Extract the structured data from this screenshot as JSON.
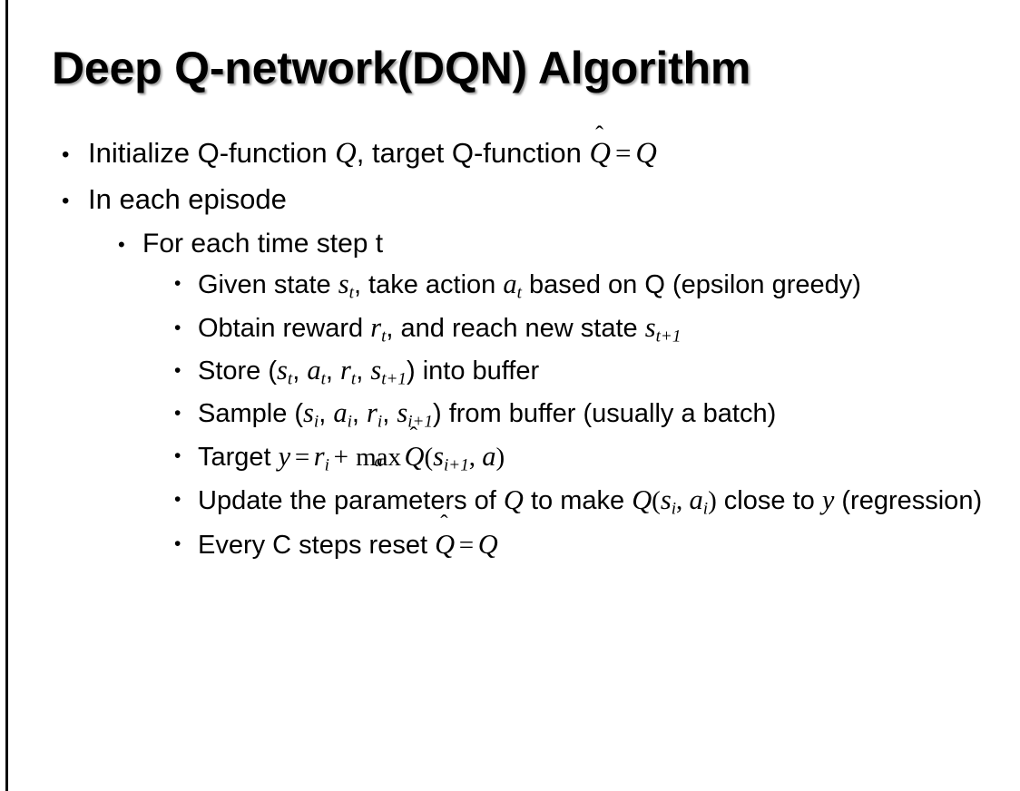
{
  "slide": {
    "background_color": "#ffffff",
    "text_color": "#000000",
    "edge_rule_color": "#0d0d0d",
    "title": "Deep Q-network(DQN) Algorithm",
    "bullet_glyph": "•"
  },
  "content": {
    "b1": {
      "level": 1,
      "plain_text": "Initialize Q-function Q, target Q-function Q̂ = Q",
      "pre": "Initialize Q-function ",
      "var_q1": "Q",
      "mid": ", target Q-function ",
      "qhat_base": "Q",
      "qhat_accent": "ˆ",
      "equals": "=",
      "var_q2": "Q"
    },
    "b2": {
      "level": 1,
      "plain_text": "In each episode",
      "text": "In each episode"
    },
    "b3": {
      "level": 2,
      "plain_text": "For each time step t",
      "text": "For each time step t"
    },
    "b4": {
      "level": 3,
      "plain_text": "Given state s_t, take action a_t based on Q (epsilon greedy)",
      "pre": "Given state ",
      "var_s": "s",
      "sub_s": "t",
      "mid": ", take action ",
      "var_a": "a",
      "sub_a": "t",
      "post": " based on Q (epsilon greedy)"
    },
    "b5": {
      "level": 3,
      "plain_text": "Obtain reward r_t, and reach new state s_{t+1}",
      "pre": "Obtain reward ",
      "var_r": "r",
      "sub_r": "t",
      "mid": ", and reach new state ",
      "var_s": "s",
      "sub_s": "t+1"
    },
    "b6": {
      "level": 3,
      "plain_text": "Store (s_t, a_t, r_t, s_{t+1}) into buffer",
      "pre": "Store (",
      "v1": "s",
      "sub1": "t",
      "sep1": ", ",
      "v2": "a",
      "sub2": "t",
      "sep2": ", ",
      "v3": "r",
      "sub3": "t",
      "sep3": ", ",
      "v4": "s",
      "sub4": "t+1",
      "post": ") into buffer"
    },
    "b7": {
      "level": 3,
      "plain_text": "Sample (s_i, a_i, r_i, s_{i+1}) from buffer (usually a batch)",
      "pre": "Sample (",
      "v1": "s",
      "sub1": "i",
      "sep1": ", ",
      "v2": "a",
      "sub2": "i",
      "sep2": ", ",
      "v3": "r",
      "sub3": "i",
      "sep3": ", ",
      "v4": "s",
      "sub4": "i+1",
      "post": ") from buffer (usually a batch)"
    },
    "b8": {
      "level": 3,
      "plain_text": "Target y = r_i + max_a Q̂(s_{i+1}, a)",
      "pre": "Target ",
      "var_y": "y",
      "equals": "=",
      "var_r": "r",
      "sub_r": "i",
      "plus": "+",
      "max_label": "max",
      "max_under": "a",
      "qhat_base": "Q",
      "qhat_accent": "ˆ",
      "paren_open": "(",
      "var_s": "s",
      "sub_s": "i+1",
      "comma": ", ",
      "var_a": "a",
      "paren_close": ")"
    },
    "b9": {
      "level": 3,
      "plain_text": "Update the parameters of Q to make Q(s_i, a_i) close to y (regression)",
      "pre": "Update the parameters of ",
      "var_q1": "Q",
      "mid": " to make ",
      "var_q2": "Q",
      "paren_open": "(",
      "var_s": "s",
      "sub_s": "i",
      "comma": ", ",
      "var_a": "a",
      "sub_a": "i",
      "paren_close": ")",
      "post1": " close to ",
      "var_y": "y",
      "post2": " (regression)"
    },
    "b10": {
      "level": 3,
      "plain_text": "Every C steps reset Q̂ = Q",
      "pre": "Every C steps reset ",
      "qhat_base": "Q",
      "qhat_accent": "ˆ",
      "equals": "=",
      "var_q": "Q"
    }
  }
}
